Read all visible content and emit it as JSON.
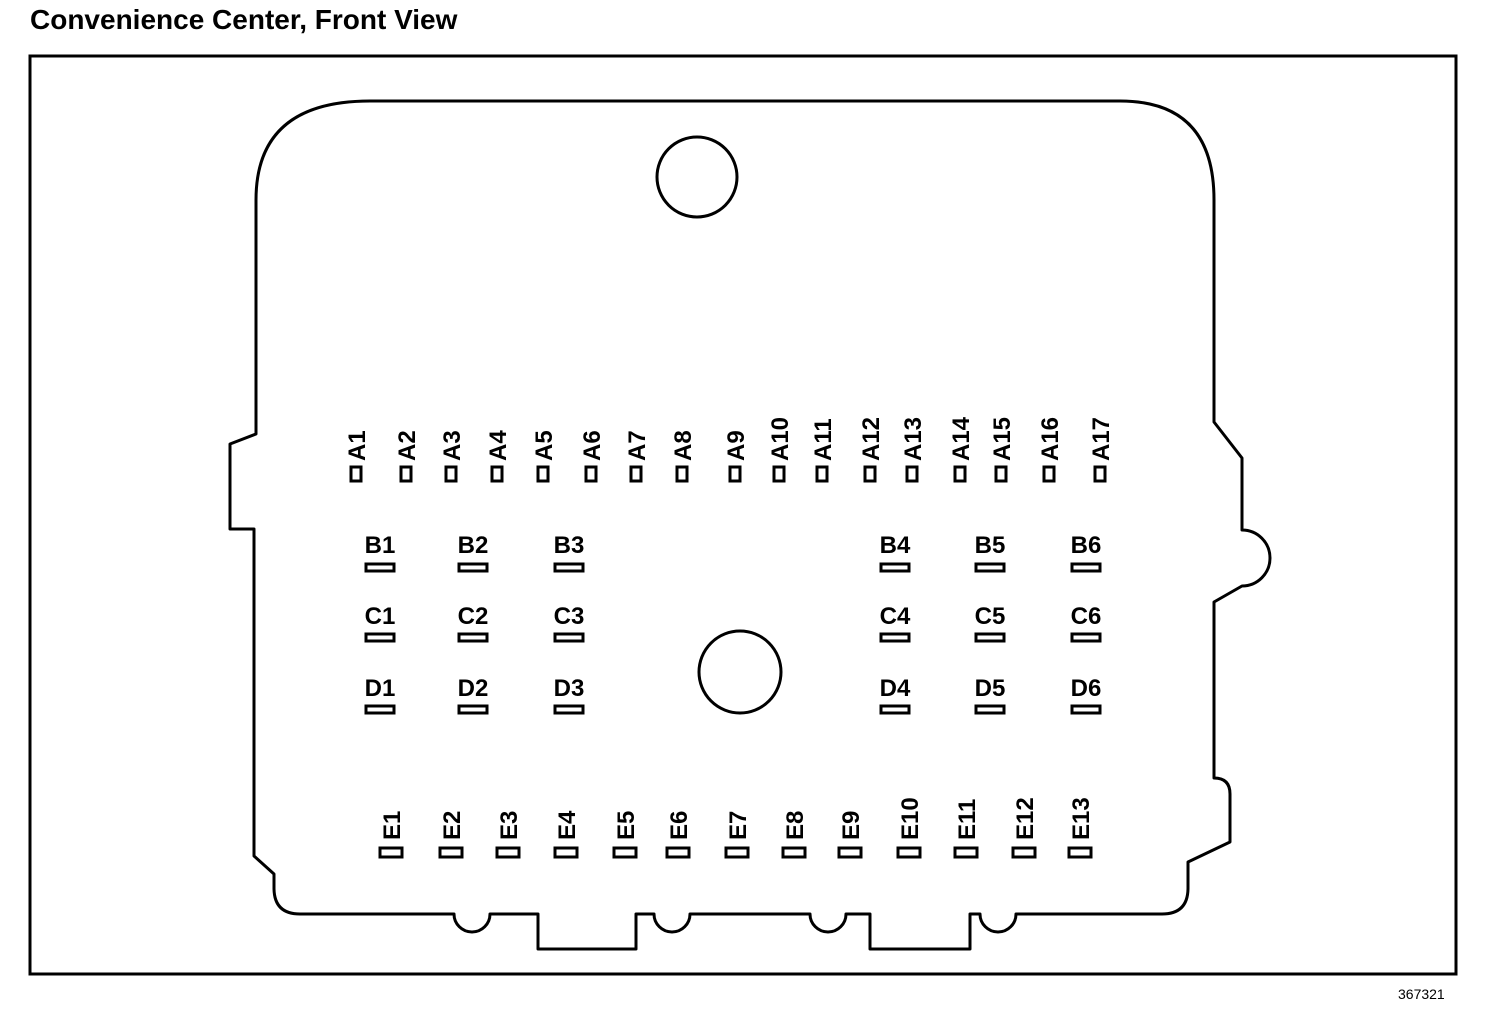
{
  "title": "Convenience Center, Front View",
  "figure_id": "367321",
  "colors": {
    "line": "#000000",
    "background": "#ffffff"
  },
  "connectors": {
    "a_row": [
      "A1",
      "A2",
      "A3",
      "A4",
      "A5",
      "A6",
      "A7",
      "A8",
      "A9",
      "A10",
      "A11",
      "A12",
      "A13",
      "A14",
      "A15",
      "A16",
      "A17"
    ],
    "b_row": [
      "B1",
      "B2",
      "B3",
      "B4",
      "B5",
      "B6"
    ],
    "c_row": [
      "C1",
      "C2",
      "C3",
      "C4",
      "C5",
      "C6"
    ],
    "d_row": [
      "D1",
      "D2",
      "D3",
      "D4",
      "D5",
      "D6"
    ],
    "e_row": [
      "E1",
      "E2",
      "E3",
      "E4",
      "E5",
      "E6",
      "E7",
      "E8",
      "E9",
      "E10",
      "E11",
      "E12",
      "E13"
    ]
  }
}
